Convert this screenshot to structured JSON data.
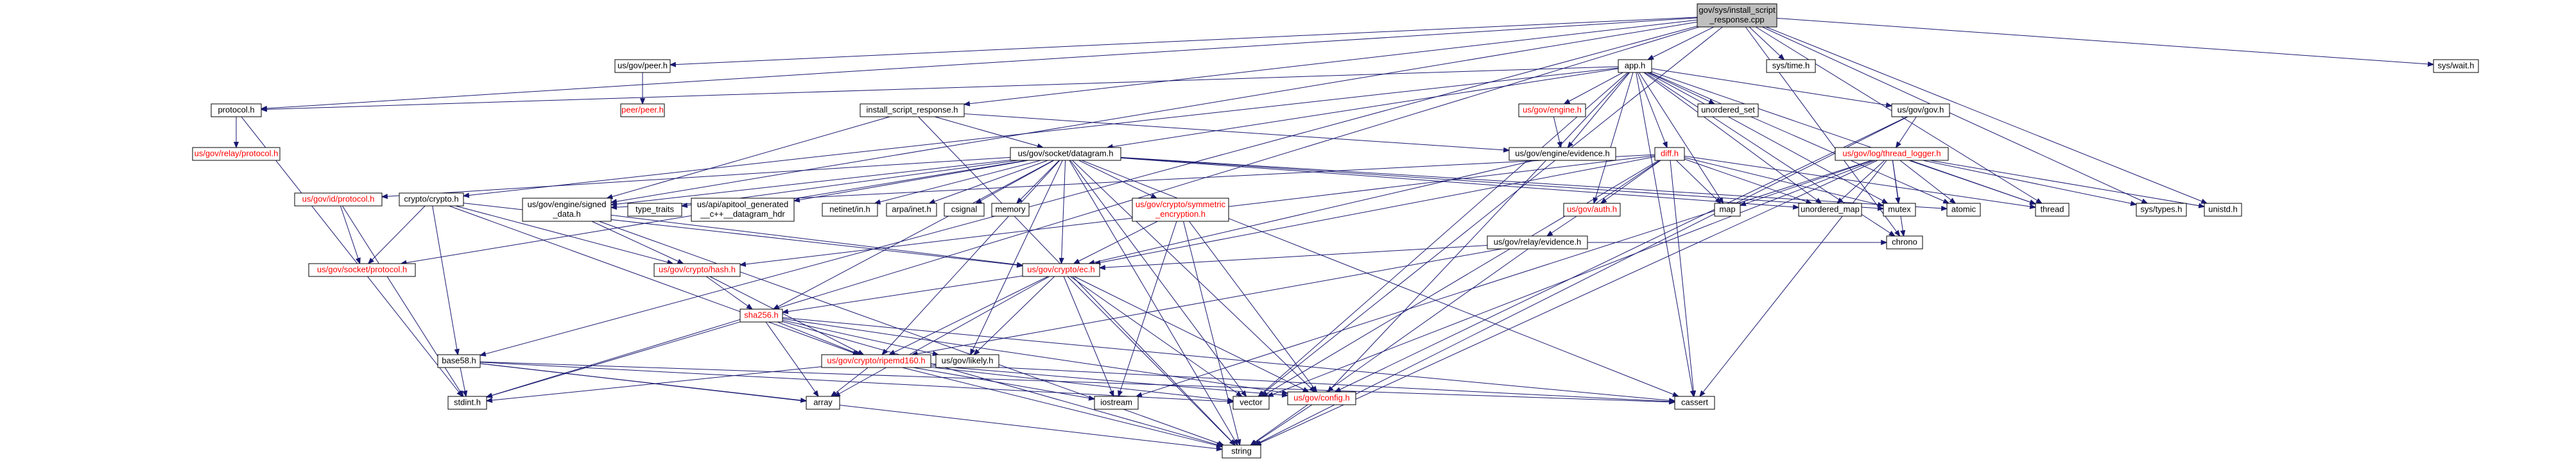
{
  "title": "gov/sys/install_script_response.cpp include dependency graph",
  "nodes": [
    {
      "id": "root",
      "lines": [
        "gov/sys/install_script",
        "_response.cpp"
      ],
      "style": "root"
    },
    {
      "id": "peer_h",
      "lines": [
        "us/gov/peer.h"
      ],
      "style": "black"
    },
    {
      "id": "peer_peer",
      "lines": [
        "peer/peer.h"
      ],
      "style": "red"
    },
    {
      "id": "protocol_h",
      "lines": [
        "protocol.h"
      ],
      "style": "black"
    },
    {
      "id": "relay_protocol",
      "lines": [
        "us/gov/relay/protocol.h"
      ],
      "style": "red"
    },
    {
      "id": "install_h",
      "lines": [
        "install_script_response.h"
      ],
      "style": "black"
    },
    {
      "id": "app_h",
      "lines": [
        "app.h"
      ],
      "style": "black"
    },
    {
      "id": "systime",
      "lines": [
        "sys/time.h"
      ],
      "style": "black"
    },
    {
      "id": "syswait",
      "lines": [
        "sys/wait.h"
      ],
      "style": "black"
    },
    {
      "id": "engine_h",
      "lines": [
        "us/gov/engine.h"
      ],
      "style": "red"
    },
    {
      "id": "unordered_set",
      "lines": [
        "unordered_set"
      ],
      "style": "black"
    },
    {
      "id": "gov_h",
      "lines": [
        "us/gov/gov.h"
      ],
      "style": "black"
    },
    {
      "id": "datagram_h",
      "lines": [
        "us/gov/socket/datagram.h"
      ],
      "style": "black"
    },
    {
      "id": "evidence_h",
      "lines": [
        "us/gov/engine/evidence.h"
      ],
      "style": "black"
    },
    {
      "id": "diff_h",
      "lines": [
        "diff.h"
      ],
      "style": "red"
    },
    {
      "id": "thread_logger",
      "lines": [
        "us/gov/log/thread_logger.h"
      ],
      "style": "red"
    },
    {
      "id": "idprotocol",
      "lines": [
        "us/gov/id/protocol.h"
      ],
      "style": "red"
    },
    {
      "id": "cryptoh",
      "lines": [
        "crypto/crypto.h"
      ],
      "style": "black"
    },
    {
      "id": "signed_data",
      "lines": [
        "us/gov/engine/signed",
        "_data.h"
      ],
      "style": "black"
    },
    {
      "id": "type_traits",
      "lines": [
        "type_traits"
      ],
      "style": "black"
    },
    {
      "id": "apitool",
      "lines": [
        "us/api/apitool_generated",
        "__c++__datagram_hdr"
      ],
      "style": "black"
    },
    {
      "id": "netinet",
      "lines": [
        "netinet/in.h"
      ],
      "style": "black"
    },
    {
      "id": "arpainet",
      "lines": [
        "arpa/inet.h"
      ],
      "style": "black"
    },
    {
      "id": "csignal",
      "lines": [
        "csignal"
      ],
      "style": "black"
    },
    {
      "id": "memory",
      "lines": [
        "memory"
      ],
      "style": "black"
    },
    {
      "id": "symmetric",
      "lines": [
        "us/gov/crypto/symmetric",
        "_encryption.h"
      ],
      "style": "red"
    },
    {
      "id": "auth_h",
      "lines": [
        "us/gov/auth.h"
      ],
      "style": "red"
    },
    {
      "id": "map",
      "lines": [
        "map"
      ],
      "style": "black"
    },
    {
      "id": "unordered_map",
      "lines": [
        "unordered_map"
      ],
      "style": "black"
    },
    {
      "id": "mutex",
      "lines": [
        "mutex"
      ],
      "style": "black"
    },
    {
      "id": "atomic",
      "lines": [
        "atomic"
      ],
      "style": "black"
    },
    {
      "id": "thread",
      "lines": [
        "thread"
      ],
      "style": "black"
    },
    {
      "id": "systypes",
      "lines": [
        "sys/types.h"
      ],
      "style": "black"
    },
    {
      "id": "unistd",
      "lines": [
        "unistd.h"
      ],
      "style": "black"
    },
    {
      "id": "relay_evidence",
      "lines": [
        "us/gov/relay/evidence.h"
      ],
      "style": "black"
    },
    {
      "id": "chrono",
      "lines": [
        "chrono"
      ],
      "style": "black"
    },
    {
      "id": "socket_protocol",
      "lines": [
        "us/gov/socket/protocol.h"
      ],
      "style": "red"
    },
    {
      "id": "hash_h",
      "lines": [
        "us/gov/crypto/hash.h"
      ],
      "style": "red"
    },
    {
      "id": "ec_h",
      "lines": [
        "us/gov/crypto/ec.h"
      ],
      "style": "red"
    },
    {
      "id": "sha256",
      "lines": [
        "sha256.h"
      ],
      "style": "red"
    },
    {
      "id": "base58",
      "lines": [
        "base58.h"
      ],
      "style": "black"
    },
    {
      "id": "ripemd",
      "lines": [
        "us/gov/crypto/ripemd160.h"
      ],
      "style": "red"
    },
    {
      "id": "likely",
      "lines": [
        "us/gov/likely.h"
      ],
      "style": "black"
    },
    {
      "id": "config",
      "lines": [
        "us/gov/config.h"
      ],
      "style": "red"
    },
    {
      "id": "stdint",
      "lines": [
        "stdint.h"
      ],
      "style": "black"
    },
    {
      "id": "array",
      "lines": [
        "array"
      ],
      "style": "black"
    },
    {
      "id": "iostream",
      "lines": [
        "iostream"
      ],
      "style": "black"
    },
    {
      "id": "vector",
      "lines": [
        "vector"
      ],
      "style": "black"
    },
    {
      "id": "cassert",
      "lines": [
        "cassert"
      ],
      "style": "black"
    },
    {
      "id": "string",
      "lines": [
        "string"
      ],
      "style": "black"
    }
  ],
  "edges": [
    [
      "root",
      "peer_h"
    ],
    [
      "root",
      "protocol_h"
    ],
    [
      "root",
      "install_h"
    ],
    [
      "root",
      "app_h"
    ],
    [
      "root",
      "systime"
    ],
    [
      "root",
      "syswait"
    ],
    [
      "root",
      "base58"
    ],
    [
      "root",
      "stdint"
    ],
    [
      "root",
      "thread"
    ],
    [
      "root",
      "chrono"
    ],
    [
      "root",
      "unistd"
    ],
    [
      "root",
      "systypes"
    ],
    [
      "root",
      "signed_data"
    ],
    [
      "root",
      "vector"
    ],
    [
      "peer_h",
      "peer_peer"
    ],
    [
      "protocol_h",
      "relay_protocol"
    ],
    [
      "protocol_h",
      "stdint"
    ],
    [
      "install_h",
      "datagram_h"
    ],
    [
      "install_h",
      "evidence_h"
    ],
    [
      "install_h",
      "signed_data"
    ],
    [
      "install_h",
      "string"
    ],
    [
      "app_h",
      "protocol_h"
    ],
    [
      "app_h",
      "engine_h"
    ],
    [
      "app_h",
      "unordered_set"
    ],
    [
      "app_h",
      "gov_h"
    ],
    [
      "app_h",
      "datagram_h"
    ],
    [
      "app_h",
      "evidence_h"
    ],
    [
      "app_h",
      "diff_h"
    ],
    [
      "app_h",
      "auth_h"
    ],
    [
      "app_h",
      "map"
    ],
    [
      "app_h",
      "unordered_map"
    ],
    [
      "app_h",
      "mutex"
    ],
    [
      "app_h",
      "atomic"
    ],
    [
      "app_h",
      "thread"
    ],
    [
      "app_h",
      "chrono"
    ],
    [
      "app_h",
      "cryptoh"
    ],
    [
      "app_h",
      "vector"
    ],
    [
      "app_h",
      "cassert"
    ],
    [
      "app_h",
      "config"
    ],
    [
      "engine_h",
      "evidence_h"
    ],
    [
      "gov_h",
      "thread_logger"
    ],
    [
      "gov_h",
      "config"
    ],
    [
      "gov_h",
      "string"
    ],
    [
      "datagram_h",
      "idprotocol"
    ],
    [
      "datagram_h",
      "signed_data"
    ],
    [
      "datagram_h",
      "type_traits"
    ],
    [
      "datagram_h",
      "apitool"
    ],
    [
      "datagram_h",
      "netinet"
    ],
    [
      "datagram_h",
      "arpainet"
    ],
    [
      "datagram_h",
      "csignal"
    ],
    [
      "datagram_h",
      "memory"
    ],
    [
      "datagram_h",
      "symmetric"
    ],
    [
      "datagram_h",
      "unordered_map"
    ],
    [
      "datagram_h",
      "mutex"
    ],
    [
      "datagram_h",
      "atomic"
    ],
    [
      "datagram_h",
      "socket_protocol"
    ],
    [
      "datagram_h",
      "ec_h"
    ],
    [
      "datagram_h",
      "sha256"
    ],
    [
      "datagram_h",
      "likely"
    ],
    [
      "datagram_h",
      "config"
    ],
    [
      "datagram_h",
      "vector"
    ],
    [
      "datagram_h",
      "cassert"
    ],
    [
      "datagram_h",
      "string"
    ],
    [
      "datagram_h",
      "ripemd"
    ],
    [
      "evidence_h",
      "ec_h"
    ],
    [
      "diff_h",
      "signed_data"
    ],
    [
      "diff_h",
      "auth_h"
    ],
    [
      "diff_h",
      "map"
    ],
    [
      "diff_h",
      "unordered_map"
    ],
    [
      "diff_h",
      "mutex"
    ],
    [
      "diff_h",
      "thread"
    ],
    [
      "diff_h",
      "relay_evidence"
    ],
    [
      "diff_h",
      "ec_h"
    ],
    [
      "diff_h",
      "cassert"
    ],
    [
      "diff_h",
      "vector"
    ],
    [
      "diff_h",
      "hash_h"
    ],
    [
      "thread_logger",
      "unordered_map"
    ],
    [
      "thread_logger",
      "mutex"
    ],
    [
      "thread_logger",
      "atomic"
    ],
    [
      "thread_logger",
      "thread"
    ],
    [
      "thread_logger",
      "chrono"
    ],
    [
      "thread_logger",
      "systypes"
    ],
    [
      "thread_logger",
      "unistd"
    ],
    [
      "thread_logger",
      "cassert"
    ],
    [
      "thread_logger",
      "string"
    ],
    [
      "thread_logger",
      "iostream"
    ],
    [
      "thread_logger",
      "vector"
    ],
    [
      "thread_logger",
      "map"
    ],
    [
      "idprotocol",
      "socket_protocol"
    ],
    [
      "idprotocol",
      "stdint"
    ],
    [
      "cryptoh",
      "socket_protocol"
    ],
    [
      "cryptoh",
      "hash_h"
    ],
    [
      "cryptoh",
      "ec_h"
    ],
    [
      "cryptoh",
      "base58"
    ],
    [
      "cryptoh",
      "ripemd"
    ],
    [
      "signed_data",
      "hash_h"
    ],
    [
      "signed_data",
      "ec_h"
    ],
    [
      "signed_data",
      "string"
    ],
    [
      "symmetric",
      "ec_h"
    ],
    [
      "symmetric",
      "config"
    ],
    [
      "symmetric",
      "iostream"
    ],
    [
      "symmetric",
      "string"
    ],
    [
      "relay_evidence",
      "ec_h"
    ],
    [
      "relay_evidence",
      "chrono"
    ],
    [
      "relay_evidence",
      "string"
    ],
    [
      "relay_evidence",
      "ripemd"
    ],
    [
      "hash_h",
      "sha256"
    ],
    [
      "hash_h",
      "ripemd"
    ],
    [
      "ec_h",
      "sha256"
    ],
    [
      "ec_h",
      "ripemd"
    ],
    [
      "ec_h",
      "likely"
    ],
    [
      "ec_h",
      "config"
    ],
    [
      "ec_h",
      "array"
    ],
    [
      "ec_h",
      "iostream"
    ],
    [
      "ec_h",
      "vector"
    ],
    [
      "ec_h",
      "string"
    ],
    [
      "sha256",
      "ripemd"
    ],
    [
      "sha256",
      "likely"
    ],
    [
      "sha256",
      "stdint"
    ],
    [
      "sha256",
      "array"
    ],
    [
      "sha256",
      "string"
    ],
    [
      "sha256",
      "cassert"
    ],
    [
      "sha256",
      "config"
    ],
    [
      "base58",
      "stdint"
    ],
    [
      "base58",
      "array"
    ],
    [
      "base58",
      "vector"
    ],
    [
      "base58",
      "string"
    ],
    [
      "base58",
      "cassert"
    ],
    [
      "ripemd",
      "stdint"
    ],
    [
      "ripemd",
      "array"
    ],
    [
      "ripemd",
      "iostream"
    ],
    [
      "ripemd",
      "vector"
    ],
    [
      "ripemd",
      "config"
    ],
    [
      "ripemd",
      "cassert"
    ],
    [
      "ripemd",
      "string"
    ],
    [
      "config",
      "string"
    ]
  ]
}
